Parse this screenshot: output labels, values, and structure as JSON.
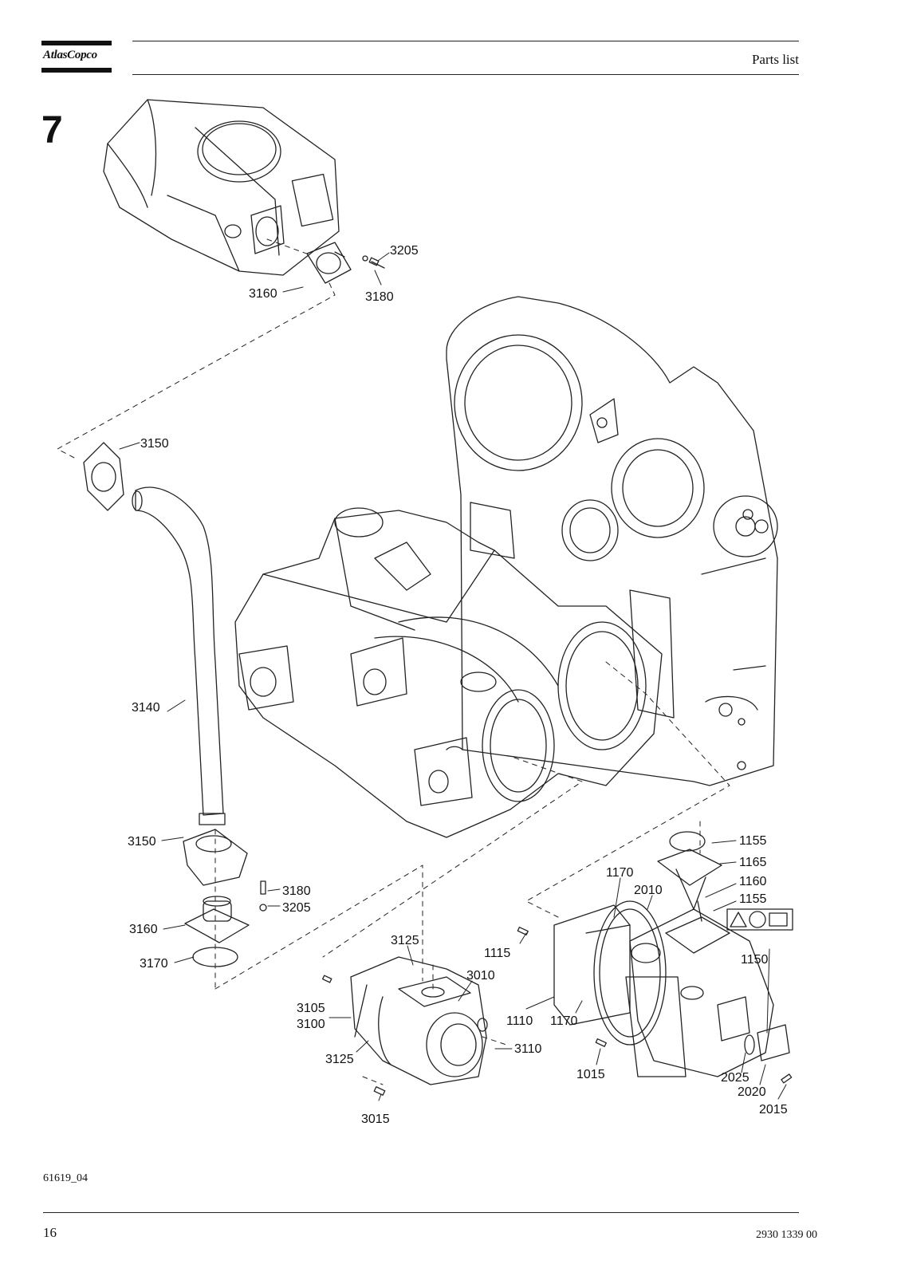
{
  "header": {
    "logo_text": "AtlasCopco",
    "section_title": "Parts list"
  },
  "section_number": "7",
  "callouts": {
    "c3205a": "3205",
    "c3180a": "3180",
    "c3160a": "3160",
    "c3150a": "3150",
    "c3140": "3140",
    "c3150b": "3150",
    "c3180b": "3180",
    "c3205b": "3205",
    "c3160b": "3160",
    "c3170": "3170",
    "c3125a": "3125",
    "c3010": "3010",
    "c3105": "3105",
    "c3100": "3100",
    "c3125b": "3125",
    "c3110": "3110",
    "c3015": "3015",
    "c1155a": "1155",
    "c1165": "1165",
    "c1170a": "1170",
    "c2010": "2010",
    "c1160": "1160",
    "c1155b": "1155",
    "c1115": "1115",
    "c1150": "1150",
    "c1110": "1110",
    "c1170b": "1170",
    "c1015": "1015",
    "c2025": "2025",
    "c2020": "2020",
    "c2015": "2015"
  },
  "footer": {
    "figure_id": "61619_04",
    "page_number": "16",
    "document_number": "2930 1339 00"
  }
}
